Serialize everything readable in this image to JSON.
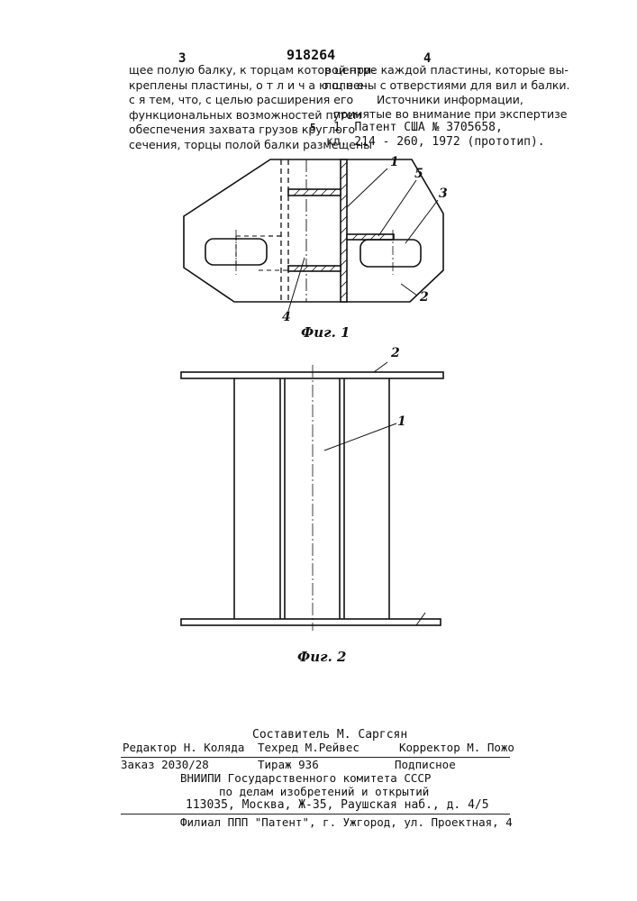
{
  "header": {
    "left_col_num": "3",
    "patent_number": "918264",
    "right_col_num": "4",
    "line_marker": "5"
  },
  "left_text": [
    "щее полую балку, к торцам которой при-",
    "креплены пластины, о т л и ч а ю щ е е-",
    "с я  тем, что, с целью расширения его",
    "функциональных возможностей путем",
    "обеспечения захвата грузов круглого",
    "сечения, торцы полой балки размещены"
  ],
  "right_text": [
    "в центре каждой пластины, которые вы-",
    "полнены с отверстиями для вил и балки."
  ],
  "references": {
    "title": "Источники информации,",
    "subtitle": "принятые во внимание при экспертизе",
    "item1_line1": "1. Патент США № 3705658,",
    "item1_line2": "кл. 214 - 260, 1972 (прототип)."
  },
  "figures": {
    "fig1_label": "Фиг. 1",
    "fig2_label": "Фиг. 2",
    "fig1_parts": [
      "1",
      "5",
      "3",
      "2",
      "4"
    ],
    "fig2_parts": [
      "2",
      "1"
    ]
  },
  "imprint": {
    "compiler": "Составитель М. Саргсян",
    "editor": "Редактор Н. Коляда",
    "techred": "Техред М.Рейвес",
    "corrector": "Корректор М. Пожо",
    "order": "Заказ  2030/28",
    "circulation": "Тираж  936",
    "subscription": "Подписное",
    "org1": "ВНИИПИ Государственного комитета СССР",
    "org2": "по делам изобретений и открытий",
    "address": "113035, Москва, Ж-35, Раушская наб., д. 4/5",
    "branch": "Филиал ППП \"Патент\", г. Ужгород, ул. Проектная, 4"
  }
}
